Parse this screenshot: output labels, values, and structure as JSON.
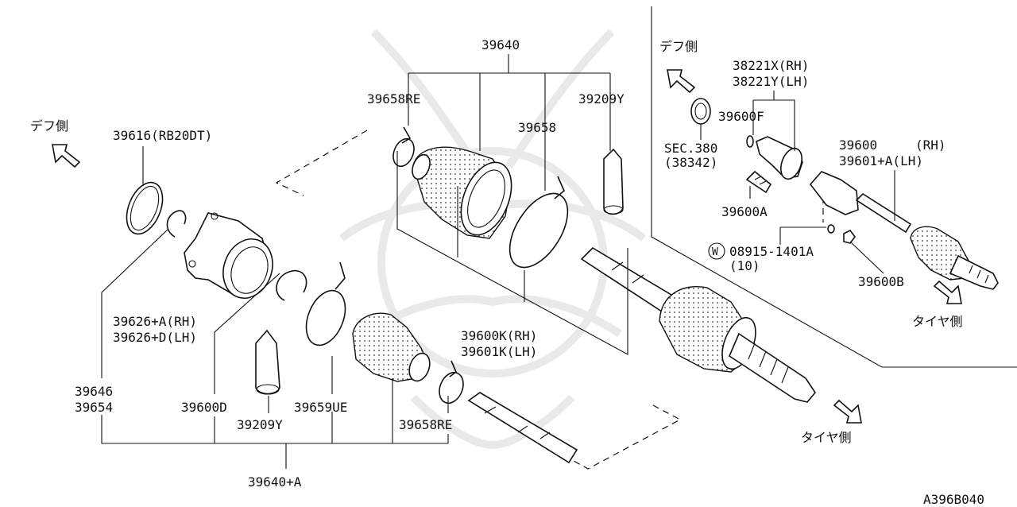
{
  "labels": {
    "l39640": "39640",
    "l39658re_top": "39658RE",
    "l39209y_top": "39209Y",
    "l39658": "39658",
    "l39616": "39616(RB20DT)",
    "diff_left": "デフ側",
    "l39626a": "39626+A(RH)",
    "l39626d": "39626+D(LH)",
    "l39646": "39646",
    "l39654": "39654",
    "l39600d": "39600D",
    "l39209y_bot": "39209Y",
    "l39659ue": "39659UE",
    "l39658re_bot": "39658RE",
    "l39600k": "39600K(RH)",
    "l39601k": "39601K(LH)",
    "l39640a": "39640+A",
    "tire_bottom": "タイヤ側",
    "diff_right": "デフ側",
    "l38221x": "38221X(RH)",
    "l38221y": "38221Y(LH)",
    "l39600f": "39600F",
    "sec380": "SEC.380",
    "sec380_sub": "(38342)",
    "l39600": "39600",
    "l39600_rh": "(RH)",
    "l39601a": "39601+A(LH)",
    "l39600a": "39600A",
    "washer_mark": "W",
    "l08915": "08915-1401A",
    "l08915_qty": "(10)",
    "l39600b": "39600B",
    "tire_right": "タイヤ側",
    "diagram_code": "A396B040"
  }
}
